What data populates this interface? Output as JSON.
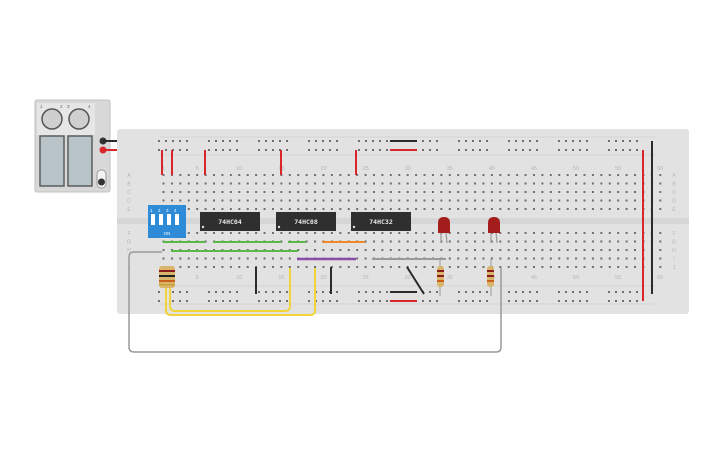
{
  "chips": [
    {
      "label": "74HC04"
    },
    {
      "label": "74HC08"
    },
    {
      "label": "74HC32"
    }
  ],
  "dip_switch": {
    "numbers": [
      "1",
      "2",
      "3",
      "4"
    ],
    "on_label": "ON"
  },
  "battery": {
    "terminal_labels": [
      "1",
      "2",
      "3",
      "4"
    ]
  },
  "column_numbers_top": [
    "1",
    "5",
    "10",
    "15",
    "20",
    "25",
    "30",
    "35",
    "40",
    "45",
    "50",
    "55",
    "60"
  ],
  "column_numbers_bottom": [
    "1",
    "5",
    "10",
    "15",
    "20",
    "25",
    "30",
    "35",
    "40",
    "45",
    "50",
    "55",
    "60"
  ],
  "row_letters_top": [
    "A",
    "B",
    "C",
    "D",
    "E"
  ],
  "row_letters_bottom": [
    "F",
    "G",
    "H",
    "I",
    "J"
  ],
  "colors": {
    "board": "#e2e2e2",
    "rail_red": "#d9262b",
    "rail_black": "#2b2b2b",
    "wire_green": "#5bb84a",
    "wire_orange": "#ef8a2a",
    "wire_purple": "#8a4ca8",
    "wire_yellow": "#f1d33a",
    "wire_gray": "#8c8c8c",
    "chip_body": "#2f2f2f",
    "dip_blue": "#2d8bd8",
    "led_red": "#a31d1d"
  }
}
